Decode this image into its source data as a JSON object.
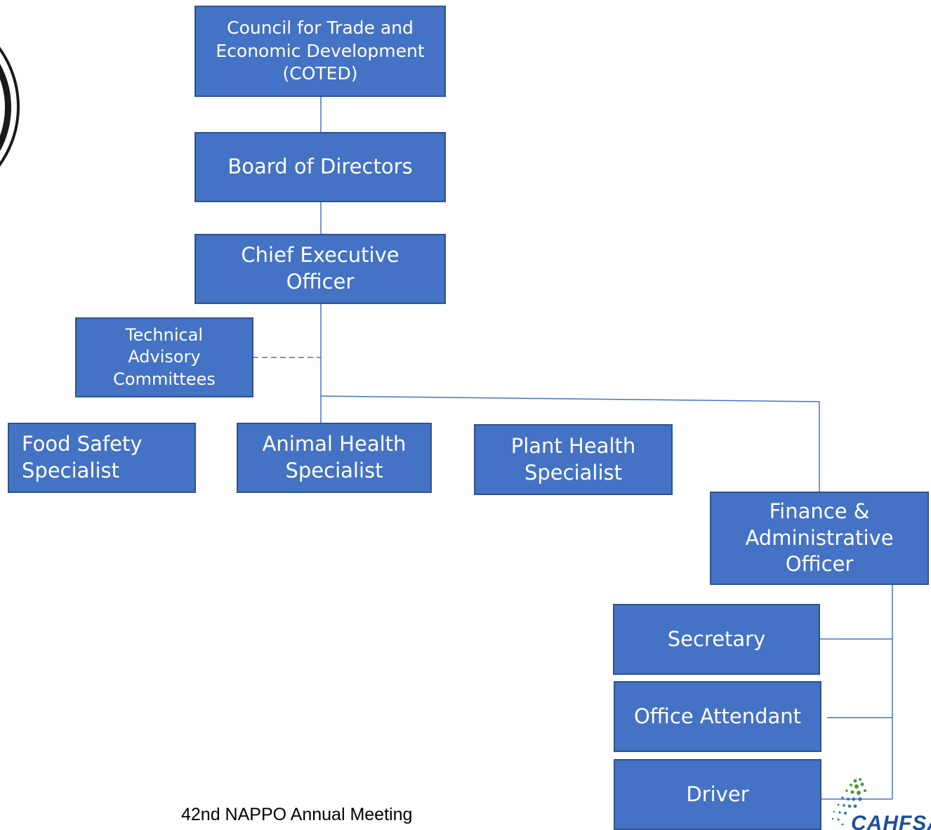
{
  "org_chart": {
    "nodes": {
      "coted": "Council for Trade and Economic Development (COTED)",
      "board": "Board of Directors",
      "ceo": "Chief Executive Officer",
      "tac": "Technical Advisory Committees",
      "food_safety": "Food Safety Specialist",
      "animal_health": "Animal Health Specialist",
      "plant_health": "Plant Health Specialist",
      "finance_admin": "Finance & Administrative Officer",
      "secretary": "Secretary",
      "office_attendant": "Office Attendant",
      "driver": "Driver"
    },
    "colors": {
      "box_fill": "#4472c4",
      "box_border": "#2f528f",
      "connector": "#4472c4",
      "text": "#ffffff"
    }
  },
  "footer": {
    "meeting": "42nd NAPPO Annual Meeting"
  },
  "logo": {
    "text": "CAHFSA"
  }
}
